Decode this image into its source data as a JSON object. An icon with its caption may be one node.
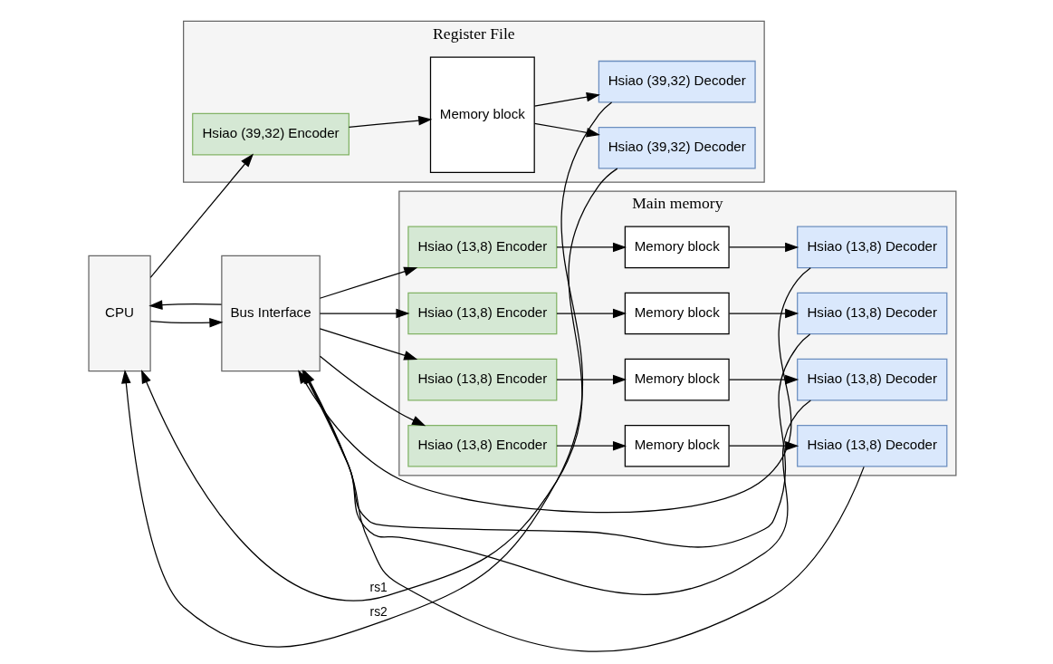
{
  "diagram": {
    "nodes": [
      {
        "text": [
          "CPU"
        ]
      },
      {
        "text": [
          "Bus Interface"
        ]
      },
      {
        "text": [
          "Main memory"
        ]
      },
      {
        "text": [
          "Hsiao (13,8) Encoder"
        ],
        "in": 2
      },
      {
        "text": [
          "Memory block"
        ],
        "in": 2
      },
      {
        "text": [
          "Hsiao (13,8) Decoder"
        ],
        "in": 2
      },
      {
        "text": [
          "Hsiao (13,8) Encoder"
        ],
        "in": 2
      },
      {
        "text": [
          "Memory block"
        ],
        "in": 2
      },
      {
        "text": [
          "Hsiao (13,8) Decoder"
        ],
        "in": 2
      },
      {
        "text": [
          "Hsiao (13,8) Encoder"
        ],
        "in": 2
      },
      {
        "text": [
          "Memory block"
        ],
        "in": 2
      },
      {
        "text": [
          "Hsiao (13,8) Decoder"
        ],
        "in": 2
      },
      {
        "text": [
          "Hsiao (13,8) Encoder"
        ],
        "in": 2
      },
      {
        "text": [
          "Memory block"
        ],
        "in": 2
      },
      {
        "text": [
          "Hsiao (13,8) Decoder"
        ],
        "in": 2
      },
      {
        "text": [
          "Register File"
        ]
      },
      {
        "text": [
          "Hsiao (39,32) Encoder"
        ],
        "in": 15
      },
      {
        "text": [
          "Memory block"
        ],
        "in": 15
      },
      {
        "text": [
          "Hsiao (39,32) Decoder"
        ],
        "in": 15
      },
      {
        "text": [
          "Hsiao (39,32) Decoder"
        ],
        "in": 15
      }
    ],
    "edges": [
      {
        "from": 0,
        "to": 1,
        "arrow": "to"
      },
      {
        "from": 1,
        "to": 0,
        "arrow": "to"
      },
      {
        "from": 1,
        "to": 3,
        "arrow": "to"
      },
      {
        "from": 1,
        "to": 6,
        "arrow": "to"
      },
      {
        "from": 1,
        "to": 9,
        "arrow": "to"
      },
      {
        "from": 1,
        "to": 12,
        "arrow": "to"
      },
      {
        "from": 3,
        "to": 4,
        "arrow": "to"
      },
      {
        "from": 4,
        "to": 5,
        "arrow": "to"
      },
      {
        "from": 6,
        "to": 7,
        "arrow": "to"
      },
      {
        "from": 7,
        "to": 8,
        "arrow": "to"
      },
      {
        "from": 9,
        "to": 10,
        "arrow": "to"
      },
      {
        "from": 10,
        "to": 11,
        "arrow": "to"
      },
      {
        "from": 12,
        "to": 13,
        "arrow": "to"
      },
      {
        "from": 13,
        "to": 14,
        "arrow": "to"
      },
      {
        "from": 5,
        "to": 1,
        "arrow": "to"
      },
      {
        "from": 8,
        "to": 1,
        "arrow": "to"
      },
      {
        "from": 11,
        "to": 1,
        "arrow": "to"
      },
      {
        "from": 14,
        "to": 1,
        "arrow": "to"
      },
      {
        "from": 0,
        "to": 16,
        "arrow": "to"
      },
      {
        "from": 16,
        "to": 17,
        "arrow": "to"
      },
      {
        "from": 17,
        "to": 18,
        "arrow": "to"
      },
      {
        "from": 17,
        "to": 19,
        "arrow": "to"
      },
      {
        "from": 18,
        "to": 0,
        "label": "rs1",
        "arrow": "to"
      },
      {
        "from": 19,
        "to": 0,
        "label": "rs2",
        "arrow": "to"
      }
    ]
  }
}
